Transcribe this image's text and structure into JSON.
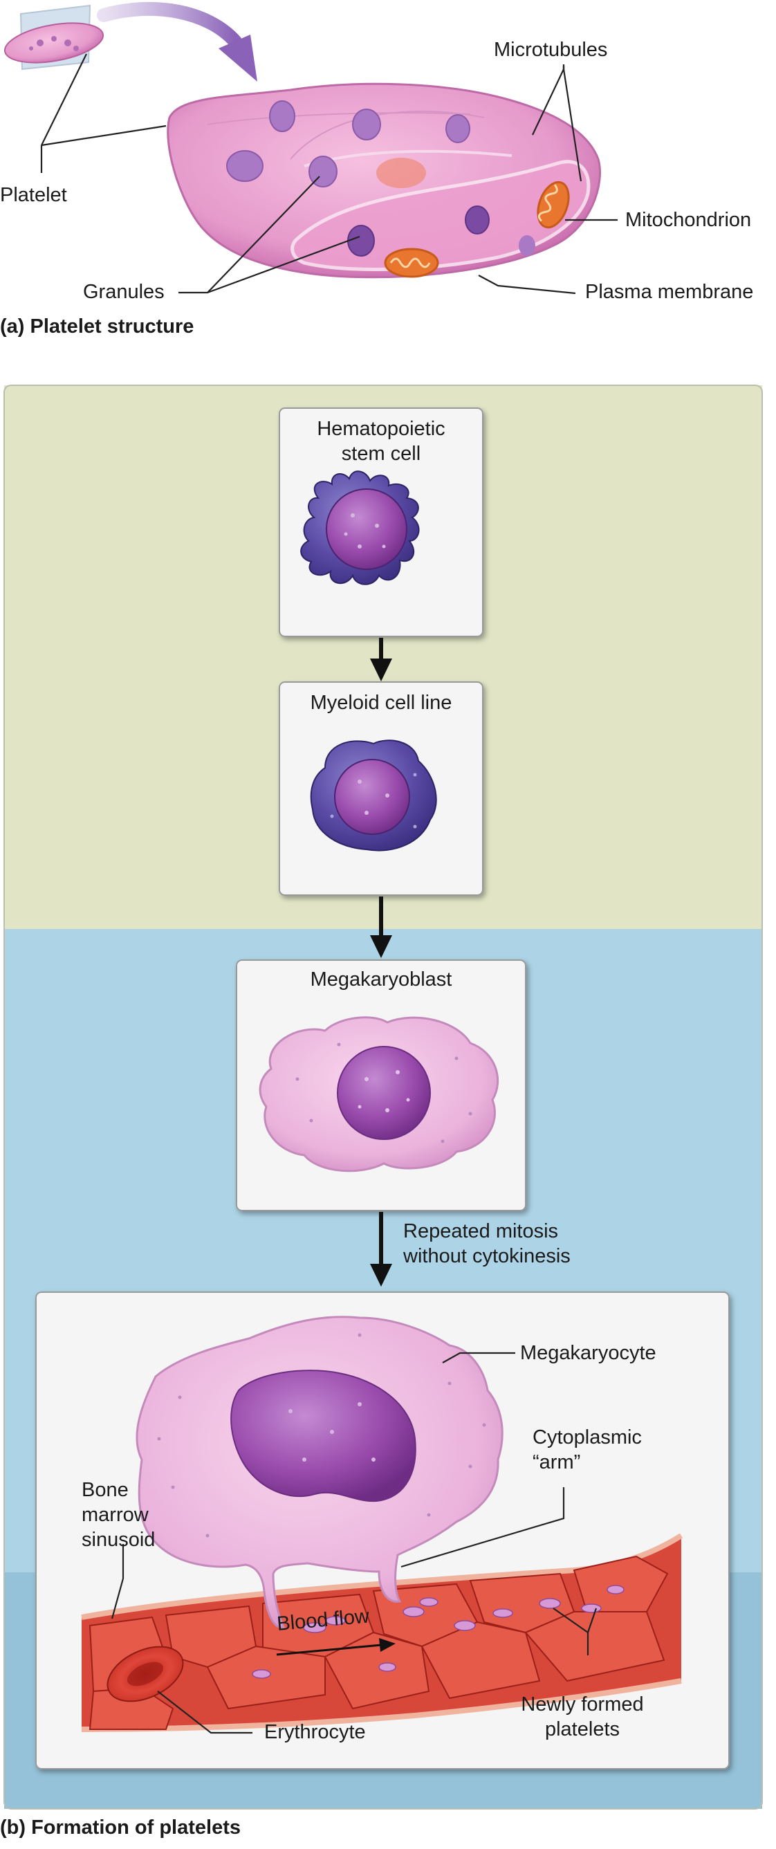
{
  "part_a": {
    "caption": "(a) Platelet structure",
    "labels": {
      "microtubules": "Microtubules",
      "mitochondrion": "Mitochondrion",
      "plasma_membrane": "Plasma membrane",
      "platelet": "Platelet",
      "granules": "Granules"
    }
  },
  "part_b": {
    "caption": "(b) Formation of platelets",
    "stages": {
      "hsc": "Hematopoietic\nstem cell",
      "myeloid": "Myeloid cell line",
      "megakaryoblast": "Megakaryoblast"
    },
    "step_note": "Repeated mitosis\nwithout cytokinesis",
    "labels": {
      "megakaryocyte": "Megakaryocyte",
      "cytoplasmic_arm": "Cytoplasmic\n“arm”",
      "sinusoid": "Bone\nmarrow\nsinusoid",
      "blood_flow": "Blood flow",
      "erythrocyte": "Erythrocyte",
      "new_platelets": "Newly formed\nplatelets"
    }
  },
  "colors": {
    "zone_upper": "#e1e5c6",
    "zone_middle": "#acd3e6",
    "zone_lower": "#95c2d9",
    "card": "#f5f5f5",
    "platelet_pink": "#e28fc5",
    "nucleus_purple": "#8a3f9e",
    "stem_cell_blue": "#4d3f97",
    "erythrocyte_red": "#d8392c"
  }
}
